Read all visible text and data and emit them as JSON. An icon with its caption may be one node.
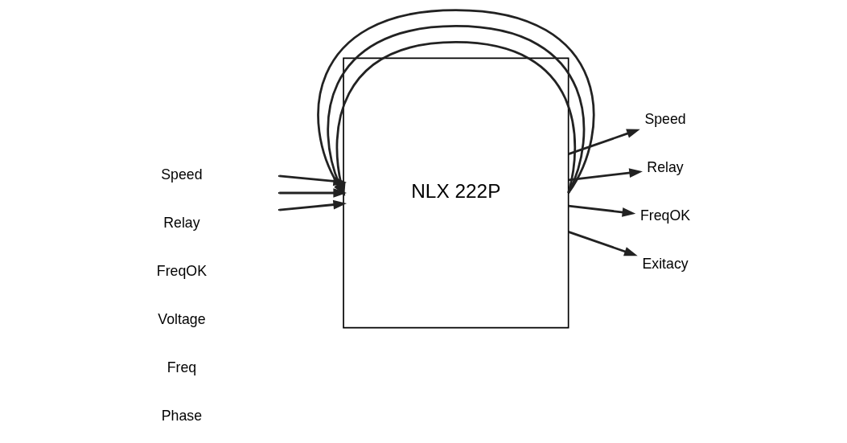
{
  "diagram": {
    "nodes": [
      {
        "text": [
          "NLX 222P"
        ]
      },
      {
        "text": [
          "Speed"
        ]
      },
      {
        "text": [
          "Relay"
        ]
      },
      {
        "text": [
          "FreqOK"
        ]
      },
      {
        "text": [
          "Exitacy"
        ]
      }
    ],
    "edges": [
      {
        "from": 0,
        "to": 0,
        "arrow": "to"
      },
      {
        "from": 0,
        "to": 0,
        "arrow": "to"
      },
      {
        "from": 0,
        "to": 0,
        "arrow": "to"
      },
      {
        "from": null,
        "to": 0,
        "arrow": "to"
      },
      {
        "from": null,
        "to": 0,
        "arrow": "to"
      },
      {
        "from": null,
        "to": 0,
        "arrow": "to"
      },
      {
        "from": 0,
        "to": 1,
        "arrow": "to"
      },
      {
        "from": 0,
        "to": 2,
        "arrow": "to"
      },
      {
        "from": 0,
        "to": 3,
        "arrow": "to"
      },
      {
        "from": 0,
        "to": 4,
        "arrow": "to"
      }
    ],
    "labels": [
      "Speed",
      "Relay",
      "FreqOK",
      "Voltage",
      "Freq",
      "Phase"
    ]
  }
}
